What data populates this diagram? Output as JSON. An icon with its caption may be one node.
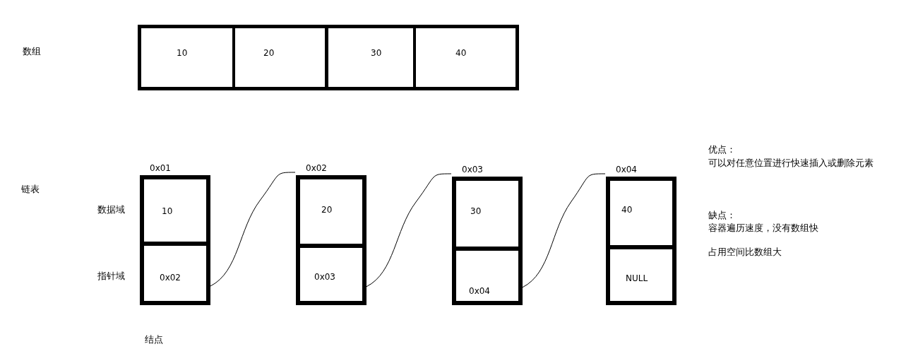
{
  "diagram": {
    "nodes": [
      {
        "text": [
          "10"
        ]
      },
      {
        "text": [
          "20"
        ]
      },
      {
        "text": [
          "30"
        ]
      },
      {
        "text": [
          "40"
        ]
      },
      {
        "text": [],
        "shape": "box",
        "beside": [
          "0x01"
        ]
      },
      {
        "text": [
          "10"
        ],
        "in": 4
      },
      {
        "text": [
          "0x02"
        ],
        "in": 4
      },
      {
        "text": [],
        "shape": "box",
        "beside": [
          "0x02"
        ]
      },
      {
        "text": [
          "20"
        ],
        "in": 7
      },
      {
        "text": [
          "0x03"
        ],
        "in": 7
      },
      {
        "text": [],
        "shape": "box",
        "beside": [
          "0x03"
        ]
      },
      {
        "text": [
          "30"
        ],
        "in": 10
      },
      {
        "text": [
          "0x04"
        ],
        "in": 10
      },
      {
        "text": [],
        "shape": "box",
        "beside": [
          "0x04"
        ]
      },
      {
        "text": [
          "40"
        ],
        "in": 13
      },
      {
        "text": [
          "NULL"
        ],
        "in": 13
      }
    ],
    "edges": [
      {
        "from": 6,
        "to": 7,
        "arrow": "none"
      },
      {
        "from": 9,
        "to": 10,
        "arrow": "none"
      },
      {
        "from": 12,
        "to": 13,
        "arrow": "none"
      }
    ],
    "labels": [
      "数组",
      "链表",
      "数据域",
      "指针域",
      "结点",
      "优点：",
      "可以对任意位置进行快速插入或删除元素",
      "缺点：",
      "容器遍历速度，没有数组快",
      "占用空间比数组大"
    ]
  }
}
